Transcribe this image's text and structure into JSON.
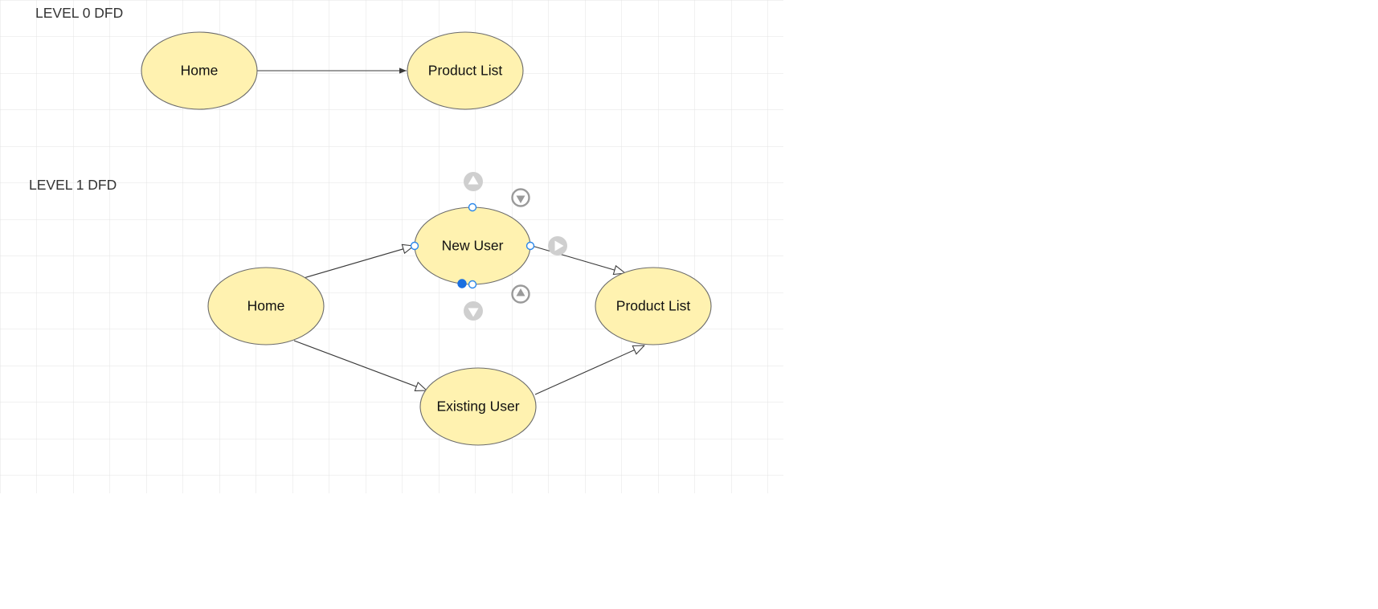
{
  "diagram": {
    "level0": {
      "title": "LEVEL 0 DFD",
      "nodes": {
        "home": "Home",
        "product_list": "Product List"
      }
    },
    "level1": {
      "title": "LEVEL 1 DFD",
      "nodes": {
        "home": "Home",
        "new_user": "New User",
        "existing_user": "Existing User",
        "product_list": "Product List"
      }
    },
    "edges": [
      {
        "from": "Home",
        "to": "Product List",
        "section": "LEVEL 0 DFD"
      },
      {
        "from": "Home",
        "to": "New User",
        "section": "LEVEL 1 DFD"
      },
      {
        "from": "Home",
        "to": "Existing User",
        "section": "LEVEL 1 DFD"
      },
      {
        "from": "New User",
        "to": "Product List",
        "section": "LEVEL 1 DFD"
      },
      {
        "from": "Existing User",
        "to": "Product List",
        "section": "LEVEL 1 DFD"
      }
    ],
    "selected_node": "New User",
    "colors": {
      "node_fill": "#fff2b0",
      "node_stroke": "#6b6b6b",
      "grid_line": "#e3e3e3",
      "selection_handle": "#2a87ea"
    },
    "grid": true
  }
}
